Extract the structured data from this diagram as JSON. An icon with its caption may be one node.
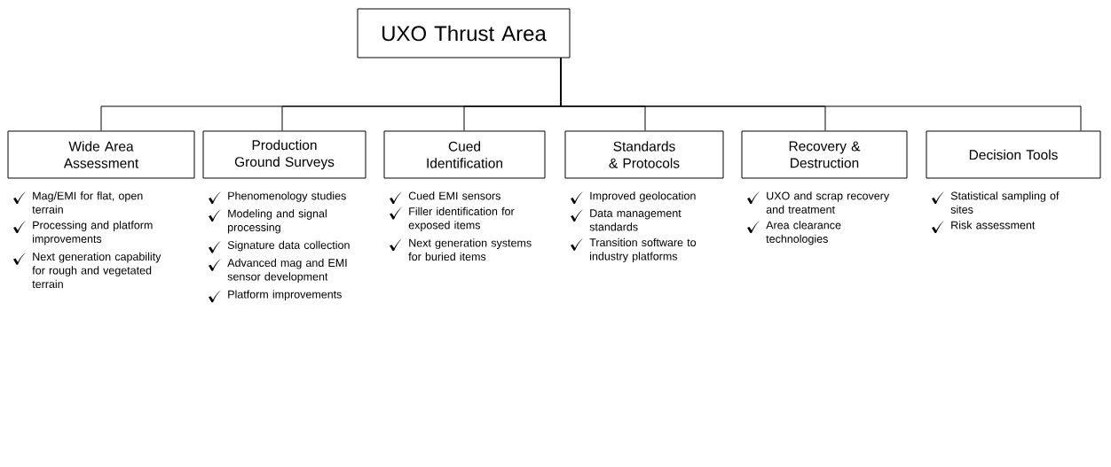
{
  "diagram": {
    "nodes": [
      {
        "text": [
          "UXO Thrust Area"
        ]
      },
      {
        "text": [
          "Wide Area Assessment"
        ],
        "beside": [
          "Mag/EMI for flat, open terrain",
          "Processing and platform improvements",
          "Next generation capability for rough and vegetated terrain"
        ]
      },
      {
        "text": [
          "Production Ground Surveys"
        ],
        "beside": [
          "Phenomenology studies",
          "Modeling and signal processing",
          "Signature data collection",
          "Advanced mag and EMI sensor development",
          "Platform improvements"
        ]
      },
      {
        "text": [
          "Cued Identification"
        ],
        "beside": [
          "Cued EMI sensors",
          "Filler identification for exposed items",
          "Next generation systems for buried items"
        ]
      },
      {
        "text": [
          "Standards & Protocols"
        ],
        "beside": [
          "Improved geolocation",
          "Data management standards",
          "Transition software to industry platforms"
        ]
      },
      {
        "text": [
          "Recovery & Destruction"
        ],
        "beside": [
          "UXO and scrap recovery and treatment",
          "Area clearance technologies"
        ]
      },
      {
        "text": [
          "Decision Tools"
        ],
        "beside": [
          "Statistical sampling of sites",
          "Risk assessment"
        ]
      }
    ],
    "edges": [
      {
        "from": 0,
        "to": 1,
        "arrow": "none"
      },
      {
        "from": 0,
        "to": 2,
        "arrow": "none"
      },
      {
        "from": 0,
        "to": 3,
        "arrow": "none"
      },
      {
        "from": 0,
        "to": 4,
        "arrow": "none"
      },
      {
        "from": 0,
        "to": 5,
        "arrow": "none"
      },
      {
        "from": 0,
        "to": 6,
        "arrow": "none"
      }
    ]
  }
}
